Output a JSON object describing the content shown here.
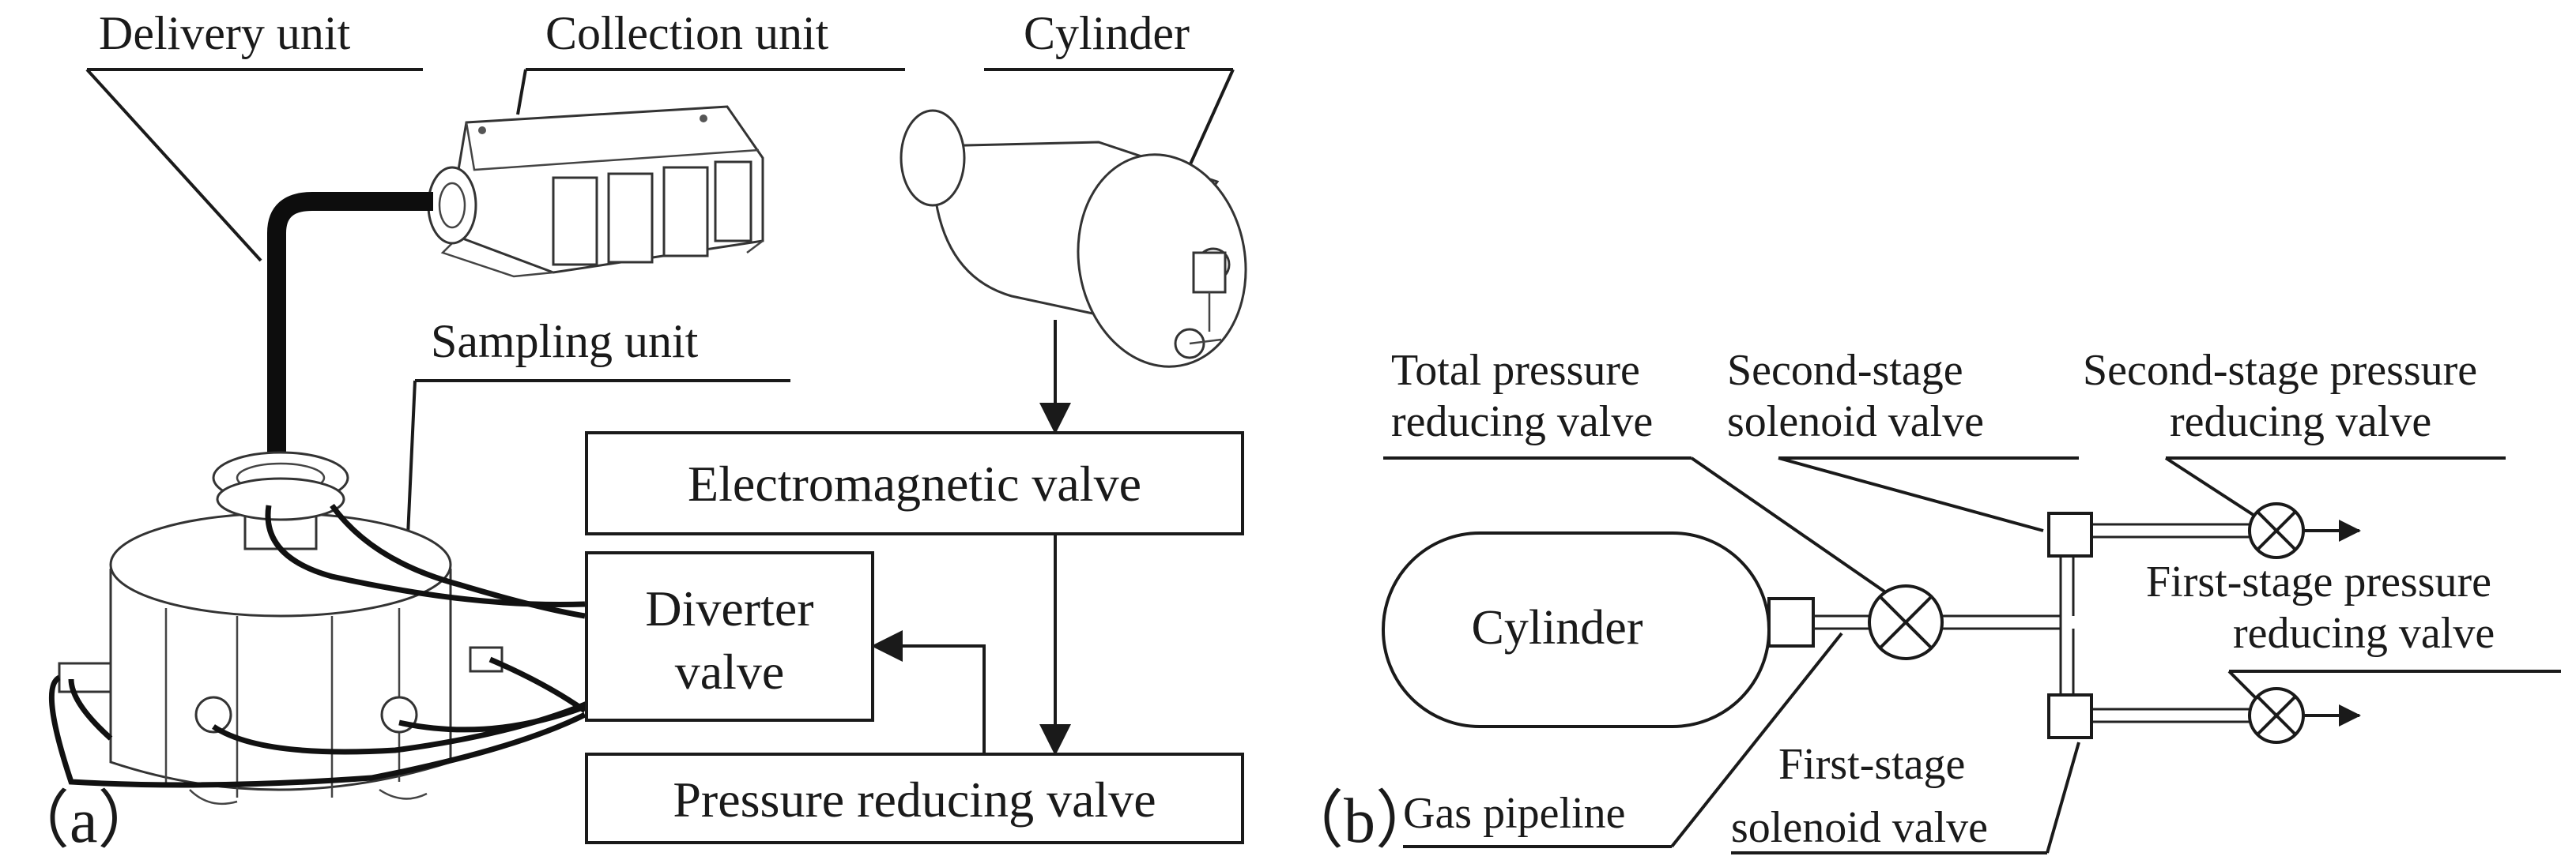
{
  "panel_a": {
    "tag": "（a）",
    "labels": {
      "delivery_unit": "Delivery unit",
      "collection_unit": "Collection unit",
      "cylinder": "Cylinder",
      "sampling_unit": "Sampling unit"
    },
    "boxes": {
      "electromagnetic_valve": "Electromagnetic valve",
      "diverter_valve_line1": "Diverter",
      "diverter_valve_line2": "valve",
      "pressure_reducing_valve": "Pressure reducing valve"
    }
  },
  "panel_b": {
    "tag": "（b）",
    "cylinder": "Cylinder",
    "labels": {
      "total_pr_valve_line1": "Total pressure",
      "total_pr_valve_line2": "reducing valve",
      "second_sol_line1": "Second-stage",
      "second_sol_line2": "solenoid valve",
      "second_pr_line1": "Second-stage pressure",
      "second_pr_line2": "reducing valve",
      "first_pr_line1": "First-stage pressure",
      "first_pr_line2": "reducing valve",
      "first_sol_line1": "First-stage",
      "first_sol_line2": "solenoid valve",
      "gas_pipeline": "Gas pipeline"
    }
  }
}
